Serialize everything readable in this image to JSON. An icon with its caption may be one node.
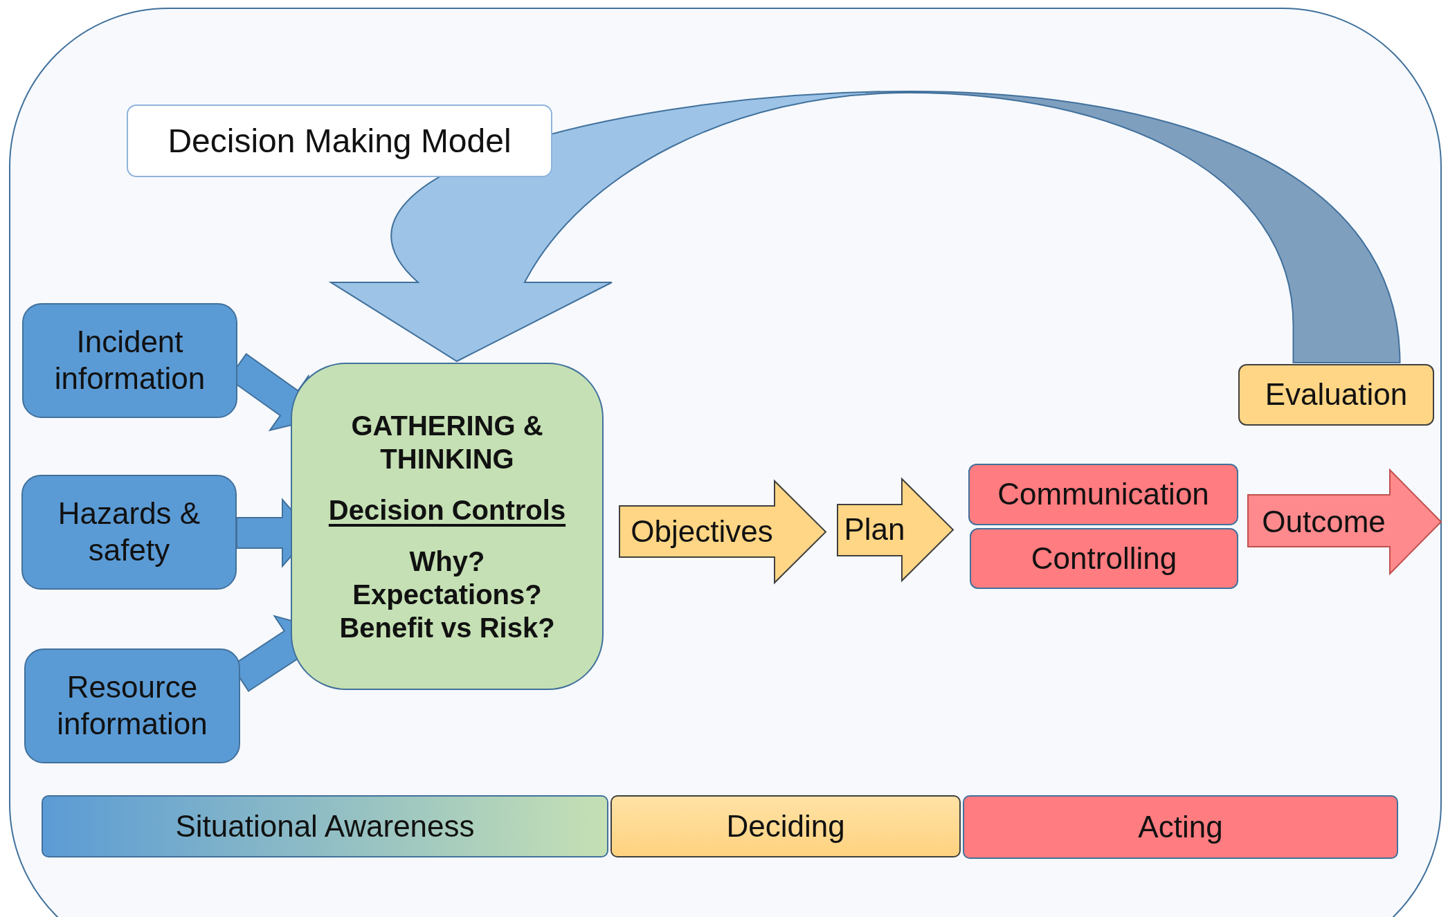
{
  "diagram": {
    "title": "Decision Making Model",
    "nodes": [
      {
        "text": [
          "Incident information"
        ]
      },
      {
        "text": [
          "Hazards & safety"
        ]
      },
      {
        "text": [
          "Resource information"
        ]
      },
      {
        "text": [
          "GATHERING & THINKING",
          "Decision Controls",
          "Why? Expectations? Benefit vs Risk?"
        ]
      },
      {
        "text": [
          "Objectives"
        ]
      },
      {
        "text": [
          "Plan"
        ]
      },
      {
        "text": [
          "Communication"
        ]
      },
      {
        "text": [
          "Controlling"
        ]
      },
      {
        "text": [
          "Outcome"
        ]
      },
      {
        "text": [
          "Evaluation"
        ]
      },
      {
        "text": [
          "Situational Awareness"
        ]
      },
      {
        "text": [
          "Deciding"
        ]
      },
      {
        "text": [
          "Acting"
        ]
      }
    ],
    "edges": [
      {
        "from": 0,
        "to": 3,
        "arrow": "to"
      },
      {
        "from": 1,
        "to": 3,
        "arrow": "to"
      },
      {
        "from": 2,
        "to": 3,
        "arrow": "to"
      },
      {
        "from": 9,
        "to": 3,
        "arrow": "to",
        "style": "thick",
        "color": "#9dc3e6"
      }
    ]
  }
}
